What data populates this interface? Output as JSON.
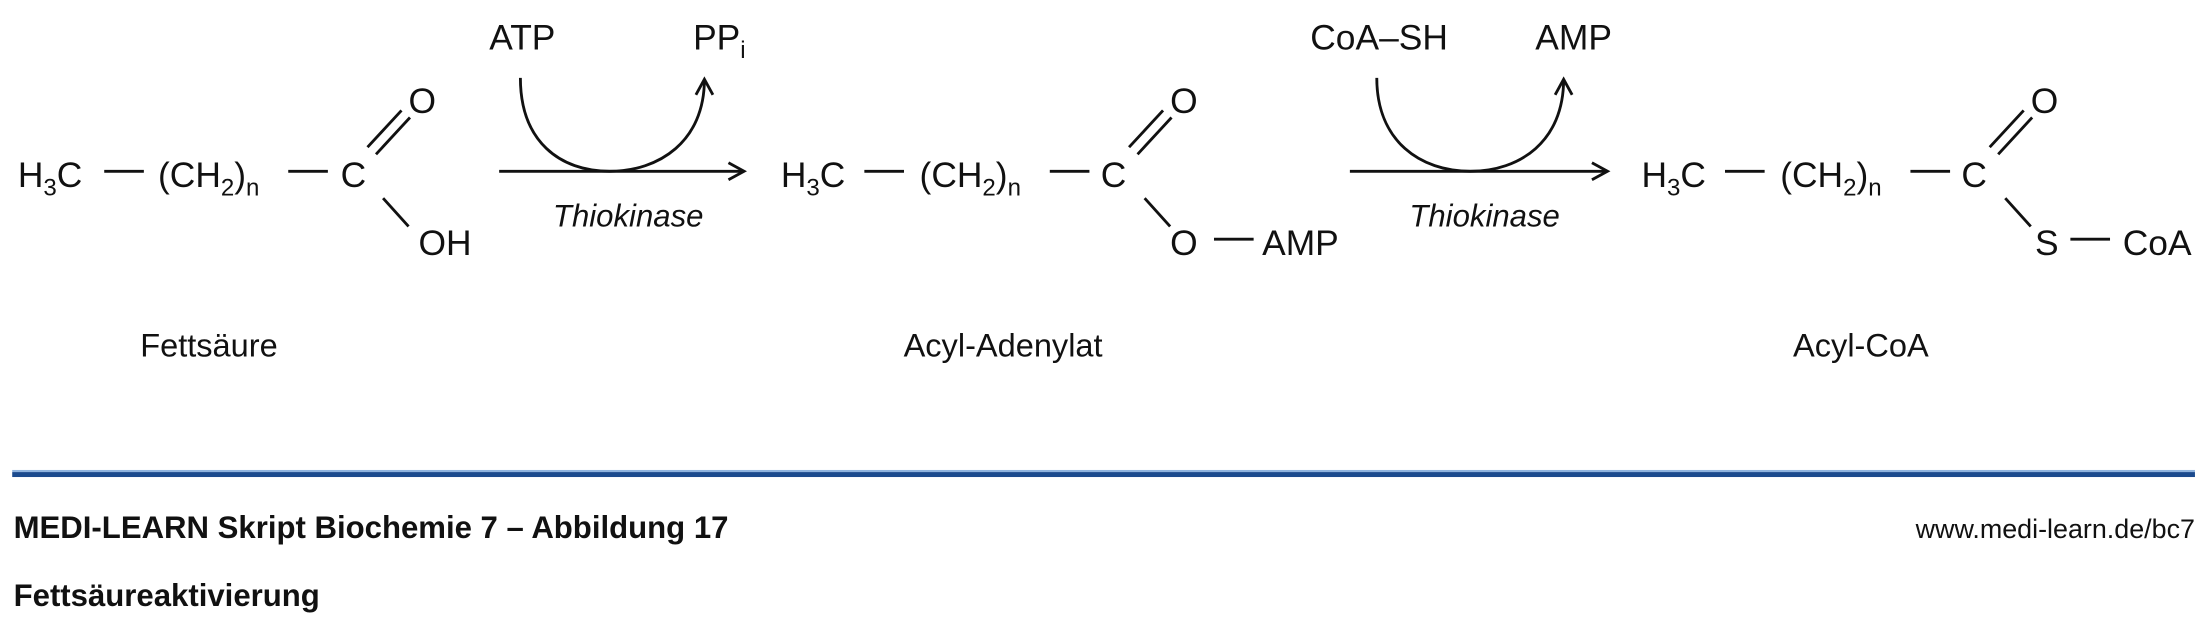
{
  "colors": {
    "rule": "#1b4a8e",
    "rule_light": "#8fb3de",
    "ink": "#111111"
  },
  "molecules": [
    {
      "h": "H",
      "h_sub": "3",
      "c": "C",
      "ch": "(CH",
      "ch_sub": "2",
      "paren": ")",
      "n": "n",
      "c2": "C",
      "o": "O",
      "tail": "OH",
      "name": "Fettsäure"
    },
    {
      "h": "H",
      "h_sub": "3",
      "c": "C",
      "ch": "(CH",
      "ch_sub": "2",
      "paren": ")",
      "n": "n",
      "c2": "C",
      "o": "O",
      "link": "O",
      "tail": "AMP",
      "name": "Acyl-Adenylat"
    },
    {
      "h": "H",
      "h_sub": "3",
      "c": "C",
      "ch": "(CH",
      "ch_sub": "2",
      "paren": ")",
      "n": "n",
      "c2": "C",
      "o": "O",
      "link": "S",
      "tail": "CoA",
      "name": "Acyl-CoA"
    }
  ],
  "reactions": [
    {
      "enzyme": "Thiokinase",
      "in": "ATP",
      "out": "PP",
      "out_sub": "i"
    },
    {
      "enzyme": "Thiokinase",
      "in": "CoA–SH",
      "out": "AMP"
    }
  ],
  "footer": {
    "title": "MEDI-LEARN Skript Biochemie 7 – Abbildung 17",
    "subtitle": "Fettsäureaktivierung",
    "url": "www.medi-learn.de/bc7"
  }
}
